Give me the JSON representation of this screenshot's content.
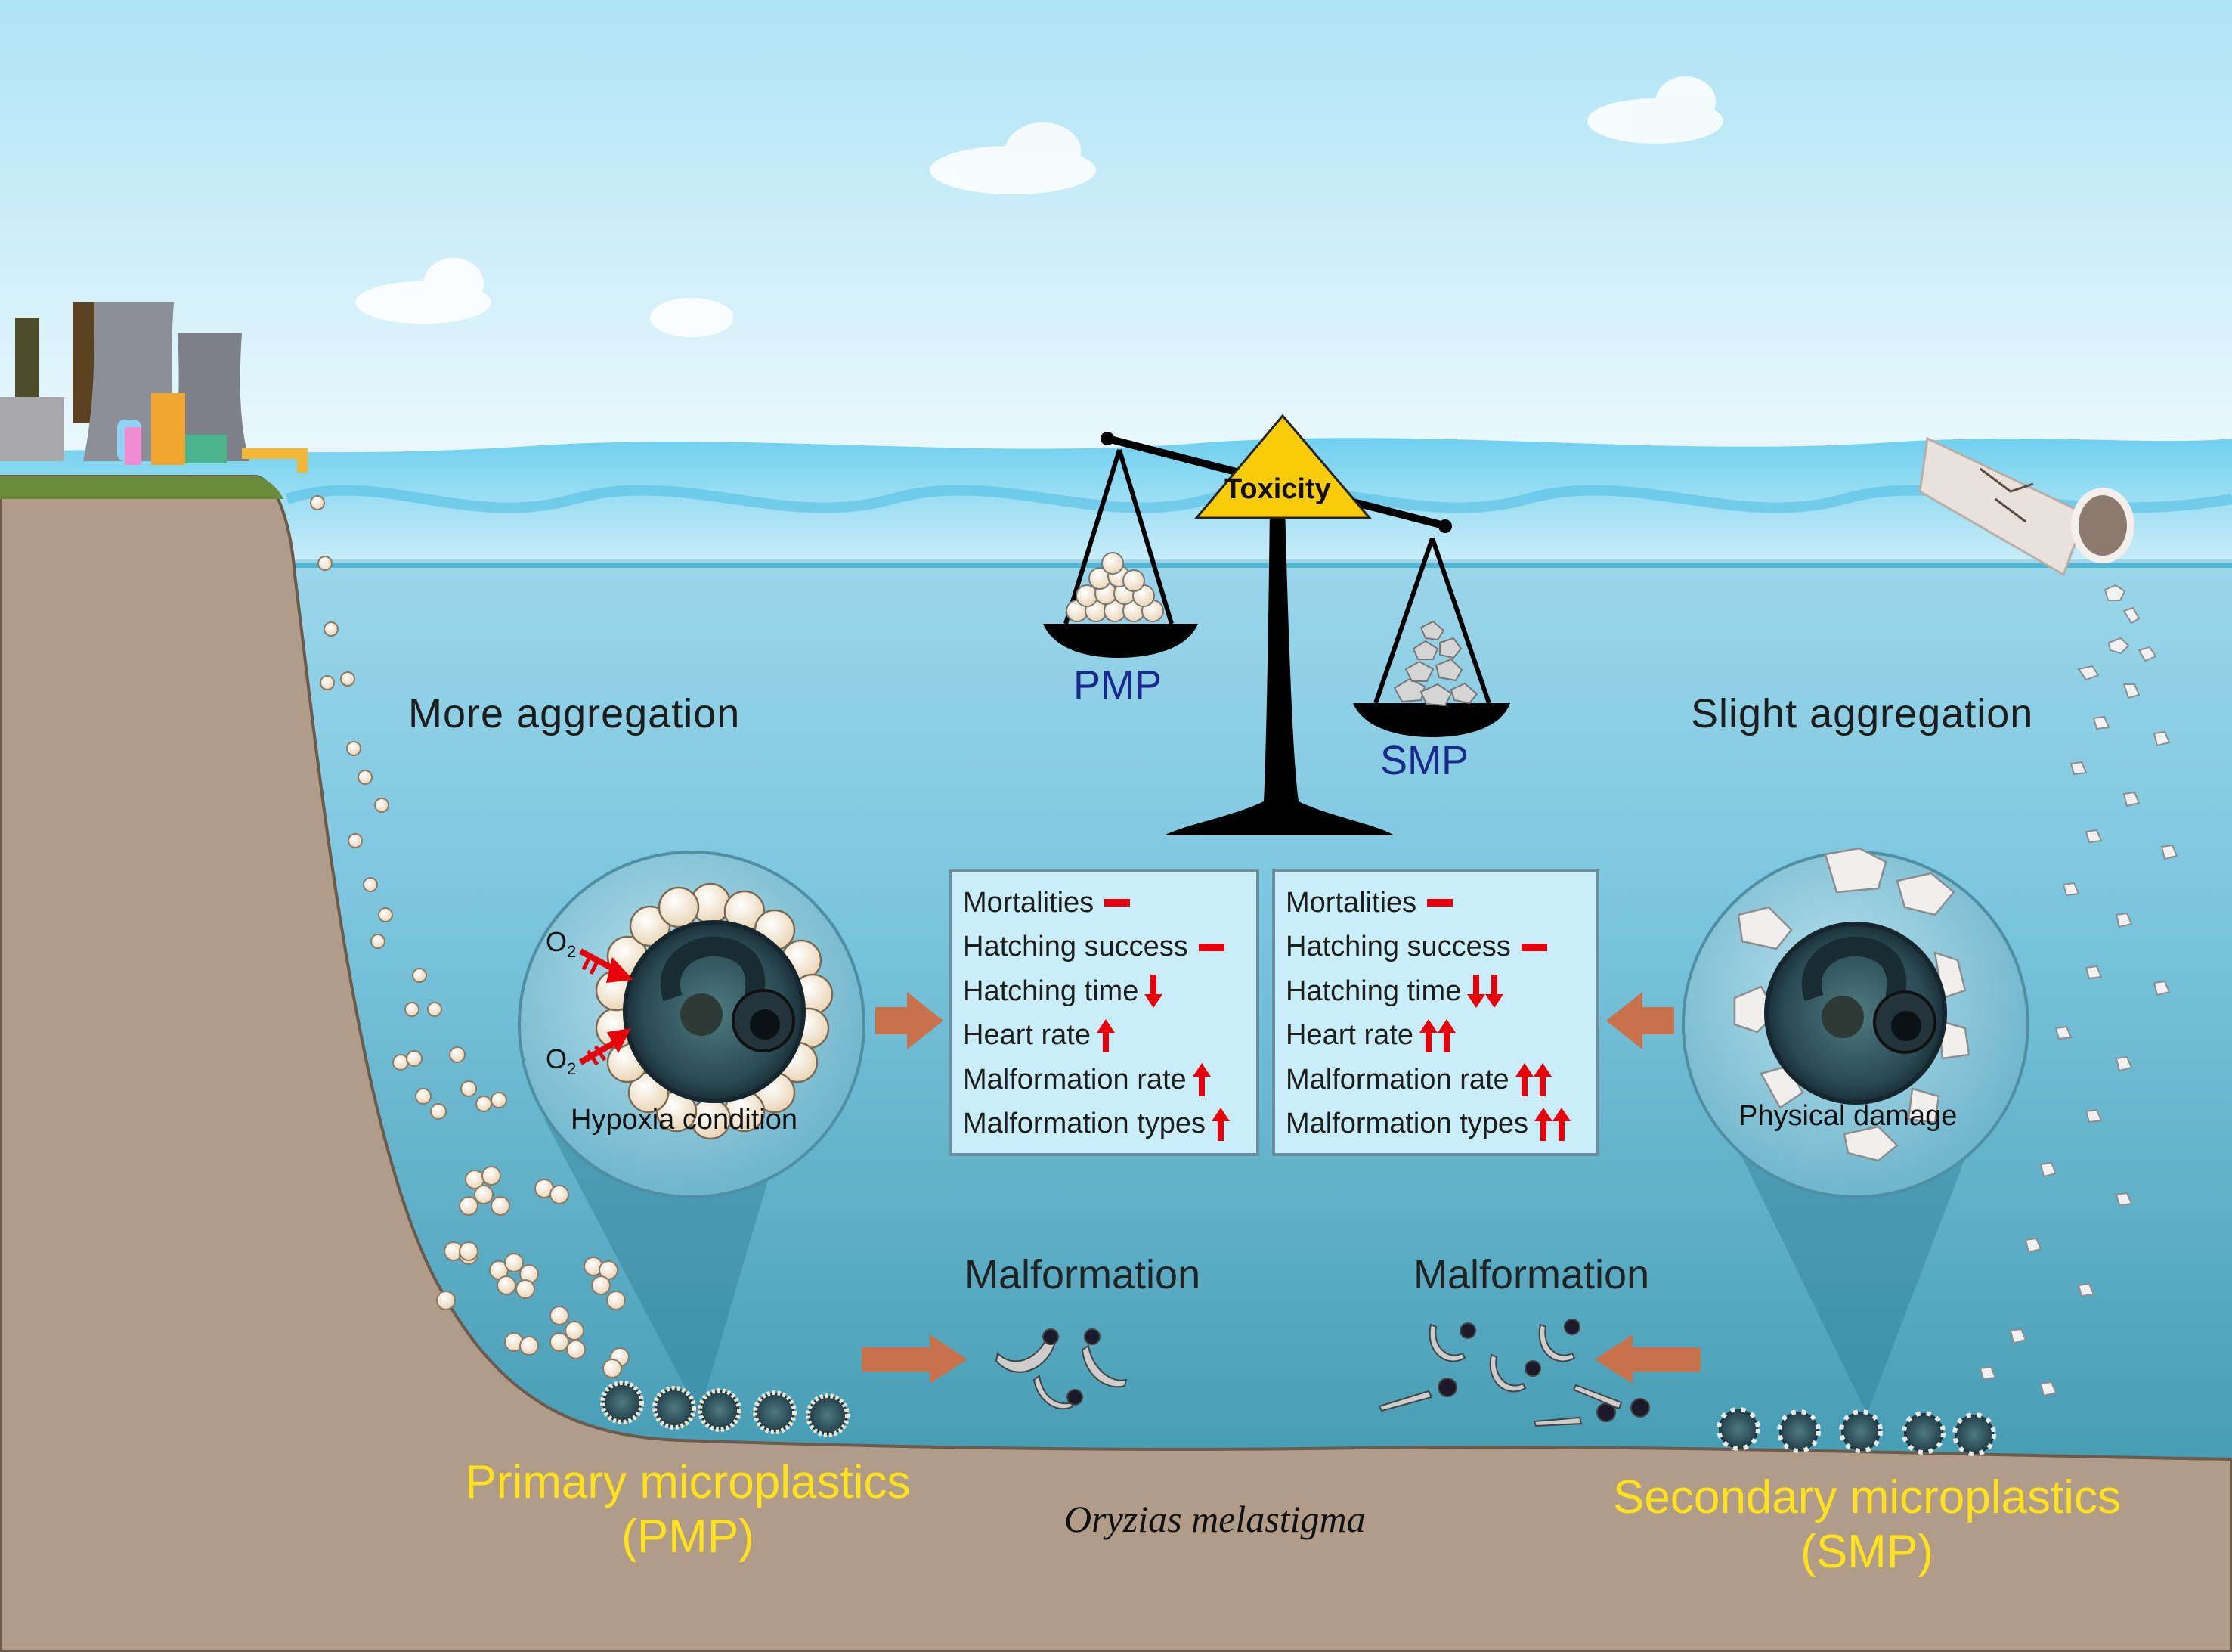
{
  "figure": {
    "scale": {
      "center_label": "Toxicity",
      "left_pan_label": "PMP",
      "right_pan_label": "SMP",
      "heavier_side": "SMP"
    },
    "left_side": {
      "aggregation_label": "More aggregation",
      "zoom_caption": "Hypoxia condition",
      "o2_labels": [
        "O",
        "O"
      ],
      "o2_subscript": "2",
      "malformation_label": "Malformation",
      "title_line1": "Primary microplastics",
      "title_line2": "(PMP)",
      "effects": [
        {
          "name": "Mortalities",
          "indicator": "no-change"
        },
        {
          "name": "Hatching success",
          "indicator": "no-change"
        },
        {
          "name": "Hatching time",
          "indicator": "down"
        },
        {
          "name": "Heart rate",
          "indicator": "up"
        },
        {
          "name": "Malformation rate",
          "indicator": "up"
        },
        {
          "name": "Malformation types",
          "indicator": "up"
        }
      ]
    },
    "right_side": {
      "aggregation_label": "Slight aggregation",
      "zoom_caption": "Physical damage",
      "malformation_label": "Malformation",
      "title_line1": "Secondary microplastics",
      "title_line2": "(SMP)",
      "effects": [
        {
          "name": "Mortalities",
          "indicator": "no-change"
        },
        {
          "name": "Hatching success",
          "indicator": "no-change"
        },
        {
          "name": "Hatching time",
          "indicator": "down-down"
        },
        {
          "name": "Heart rate",
          "indicator": "up-up"
        },
        {
          "name": "Malformation rate",
          "indicator": "up-up"
        },
        {
          "name": "Malformation types",
          "indicator": "up-up"
        }
      ]
    },
    "species_label": "Oryzias melastigma",
    "colors": {
      "sky_top": "#aee3f5",
      "sky_bottom": "#eaf7fd",
      "water_shallow": "#8ccfe6",
      "water_deep": "#3f97ae",
      "sediment": "#b19c8a",
      "effect_box_bg": "#c9eef9",
      "indicator_red": "#e8000b",
      "flow_arrow": "#c8714a",
      "title_yellow": "#ffe21a",
      "scale_label_blue": "#1a2a8c",
      "toxicity_yellow": "#f9cc0a"
    }
  }
}
